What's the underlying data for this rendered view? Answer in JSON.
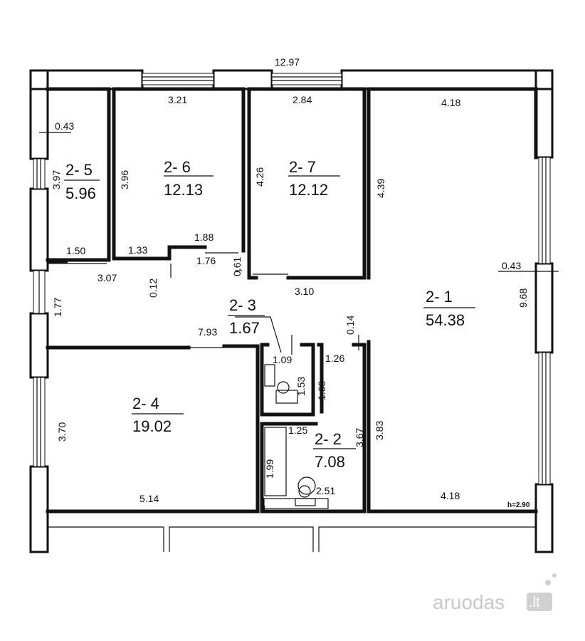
{
  "overall_width": "12.97",
  "height_note": "h=2.90",
  "rooms": [
    {
      "id": "2- 1",
      "area": "54.38"
    },
    {
      "id": "2- 2",
      "area": "7.08"
    },
    {
      "id": "2- 3",
      "area": "1.67"
    },
    {
      "id": "2- 4",
      "area": "19.02"
    },
    {
      "id": "2- 5",
      "area": "5.96"
    },
    {
      "id": "2- 6",
      "area": "12.13"
    },
    {
      "id": "2- 7",
      "area": "12.12"
    }
  ],
  "dims": {
    "r5_top": "0.43",
    "r5_side": "3.97",
    "r5_bottom": "1.50",
    "r6_top": "3.21",
    "r6_side": "3.96",
    "r6_bot_a": "1.33",
    "r6_bot_b": "1.88",
    "r6_bot_c": "1.76",
    "r6_step": "0.12",
    "r7_top": "2.84",
    "r7_side_l": "4.26",
    "r7_side_r": "4.39",
    "r7_bottom": "3.10",
    "r7_step": "0.61",
    "r1_top": "4.18",
    "r1_side": "9.68",
    "r1_wall": "0.43",
    "r1_bottom": "4.18",
    "r1_left": "3.83",
    "corr_a": "3.07",
    "corr_b": "1.77",
    "corr_c": "7.93",
    "corr_d": "0.14",
    "r3_w": "1.09",
    "r3_h": "1.53",
    "r3_side": "1.68",
    "r2_top": "1.26",
    "r2_side": "3.67",
    "r2_bath_w": "1.25",
    "r2_bath_h": "1.99",
    "r2_bottom": "2.51",
    "r4_side": "3.70",
    "r4_bottom": "5.14"
  },
  "watermark": {
    "text_a": "aruodas",
    "text_b": ".lt"
  }
}
